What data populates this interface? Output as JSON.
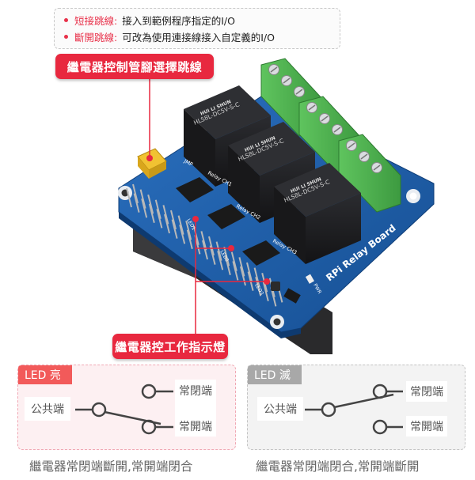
{
  "notes": [
    {
      "key": "短接跳線:",
      "text": "接入到範例程序指定的I/O"
    },
    {
      "key": "斷開跳線:",
      "text": "可改為使用連接線接入自定義的I/O"
    }
  ],
  "callouts": {
    "jumper": "繼電器控制管腳選擇跳線",
    "led": "繼電器控工作指示燈"
  },
  "board": {
    "name": "RPi Relay Board",
    "relay_model": "HLS8L-DC5V-S-C",
    "relay_brand": "HUI LI SHUN",
    "channel_labels": [
      "Relay CH1",
      "Relay CH2",
      "Relay CH3"
    ],
    "led_labels": [
      "LED1",
      "LED2",
      "LED3"
    ],
    "jumper_label": "JMP",
    "power_label": "PWR"
  },
  "states": [
    {
      "tag": "LED 亮",
      "common": "公共端",
      "nc": "常閉端",
      "no": "常開端",
      "caption": "繼電器常閉端斷開,常開端閉合"
    },
    {
      "tag": "LED 滅",
      "common": "公共端",
      "nc": "常閉端",
      "no": "常開端",
      "caption": "繼電器常閉端閉合,常開端斷開"
    }
  ],
  "colors": {
    "accent_red": "#e8283f",
    "led_on_tag": "#f25a5a",
    "led_off_tag": "#a8a8a8",
    "pcb_blue": "#1d5fa8",
    "terminal_green": "#4caf50",
    "relay_black": "#1c1c1e",
    "jumper_yellow": "#f1c232"
  }
}
